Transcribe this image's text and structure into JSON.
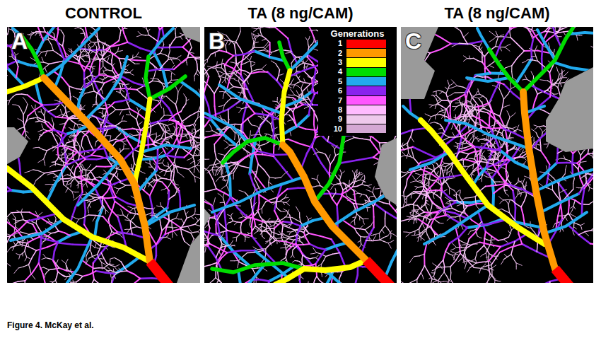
{
  "diagram": {
    "caption": "Figure 4. McKay et al.",
    "labels": [
      "CONTROL",
      "TA (8 ng/CAM)",
      "TA (8 ng/CAM)",
      "A",
      "B",
      "C",
      "Generations"
    ],
    "legend": [
      {
        "text": "1",
        "color": "#ff0000"
      },
      {
        "text": "2",
        "color": "#ff9900"
      },
      {
        "text": "3",
        "color": "#ffff00"
      },
      {
        "text": "4",
        "color": "#00dd00"
      },
      {
        "text": "5",
        "color": "#22aaee"
      },
      {
        "text": "6",
        "color": "#8a22ee"
      },
      {
        "text": "7",
        "color": "#ff55ff"
      },
      {
        "text": "8",
        "color": "#ffbbff"
      },
      {
        "text": "9",
        "color": "#eec9ec"
      },
      {
        "text": "10",
        "color": "#d4a8d4"
      }
    ]
  }
}
